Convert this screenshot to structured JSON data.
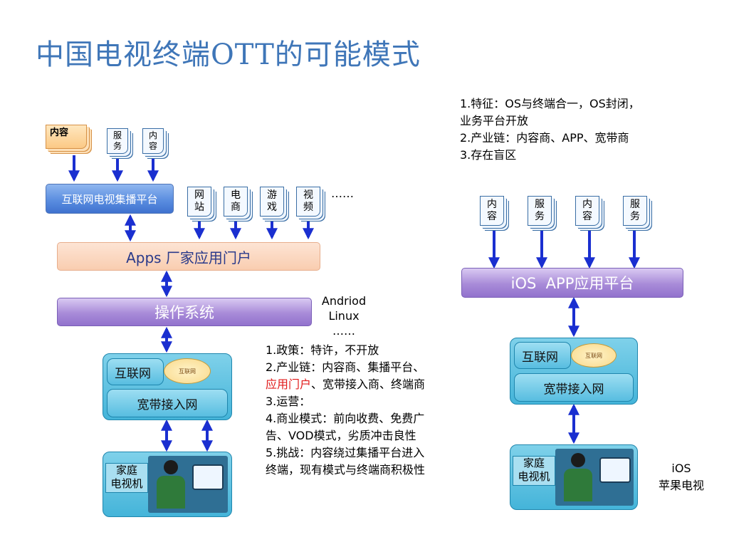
{
  "title": "中国电视终端OTT的可能模式",
  "left": {
    "content_stack": "内容",
    "service_doc": "服\n务",
    "content_doc": "内\n容",
    "aggregation_platform": "互联网电视集播平台",
    "site_docs": [
      "网\n站",
      "电\n商",
      "游\n戏",
      "视\n频"
    ],
    "site_ellipsis": "……",
    "apps_portal": "Apps 厂家应用门户",
    "os": "操作系统",
    "os_note": [
      "Andriod",
      "Linux",
      "……"
    ],
    "internet": "互联网",
    "cloud": "互联网",
    "broadband": "宽带接入网",
    "home_tv": "家庭\n电视机",
    "notes": [
      {
        "text": "1.政策：特许，不开放"
      },
      {
        "text": "2.产业链：内容商、集播平台、"
      },
      {
        "highlight": "应用门户",
        "text": "、宽带接入商、终端商"
      },
      {
        "text": "3.运营："
      },
      {
        "text": "4.商业模式：前向收费、免费广"
      },
      {
        "text": "告、VOD模式，劣质冲击良性"
      },
      {
        "text": "5.挑战：内容绕过集播平台进入"
      },
      {
        "text": "终端，现有模式与终端商积极性"
      }
    ]
  },
  "right": {
    "notes": [
      "1.特征：OS与终端合一，OS封闭，",
      "业务平台开放",
      "2.产业链：内容商、APP、宽带商",
      "3.存在盲区"
    ],
    "docs": [
      "内\n容",
      "服\n务",
      "内\n容",
      "服\n务"
    ],
    "ios_platform": "iOS  APP应用平台",
    "internet": "互联网",
    "cloud": "互联网",
    "broadband": "宽带接入网",
    "home_tv": "家庭\n电视机",
    "ios_label": [
      "iOS",
      "苹果电视"
    ]
  },
  "colors": {
    "title": "#3f76b8",
    "arrow": "#1a2fd0",
    "highlight": "#e11b1b"
  }
}
